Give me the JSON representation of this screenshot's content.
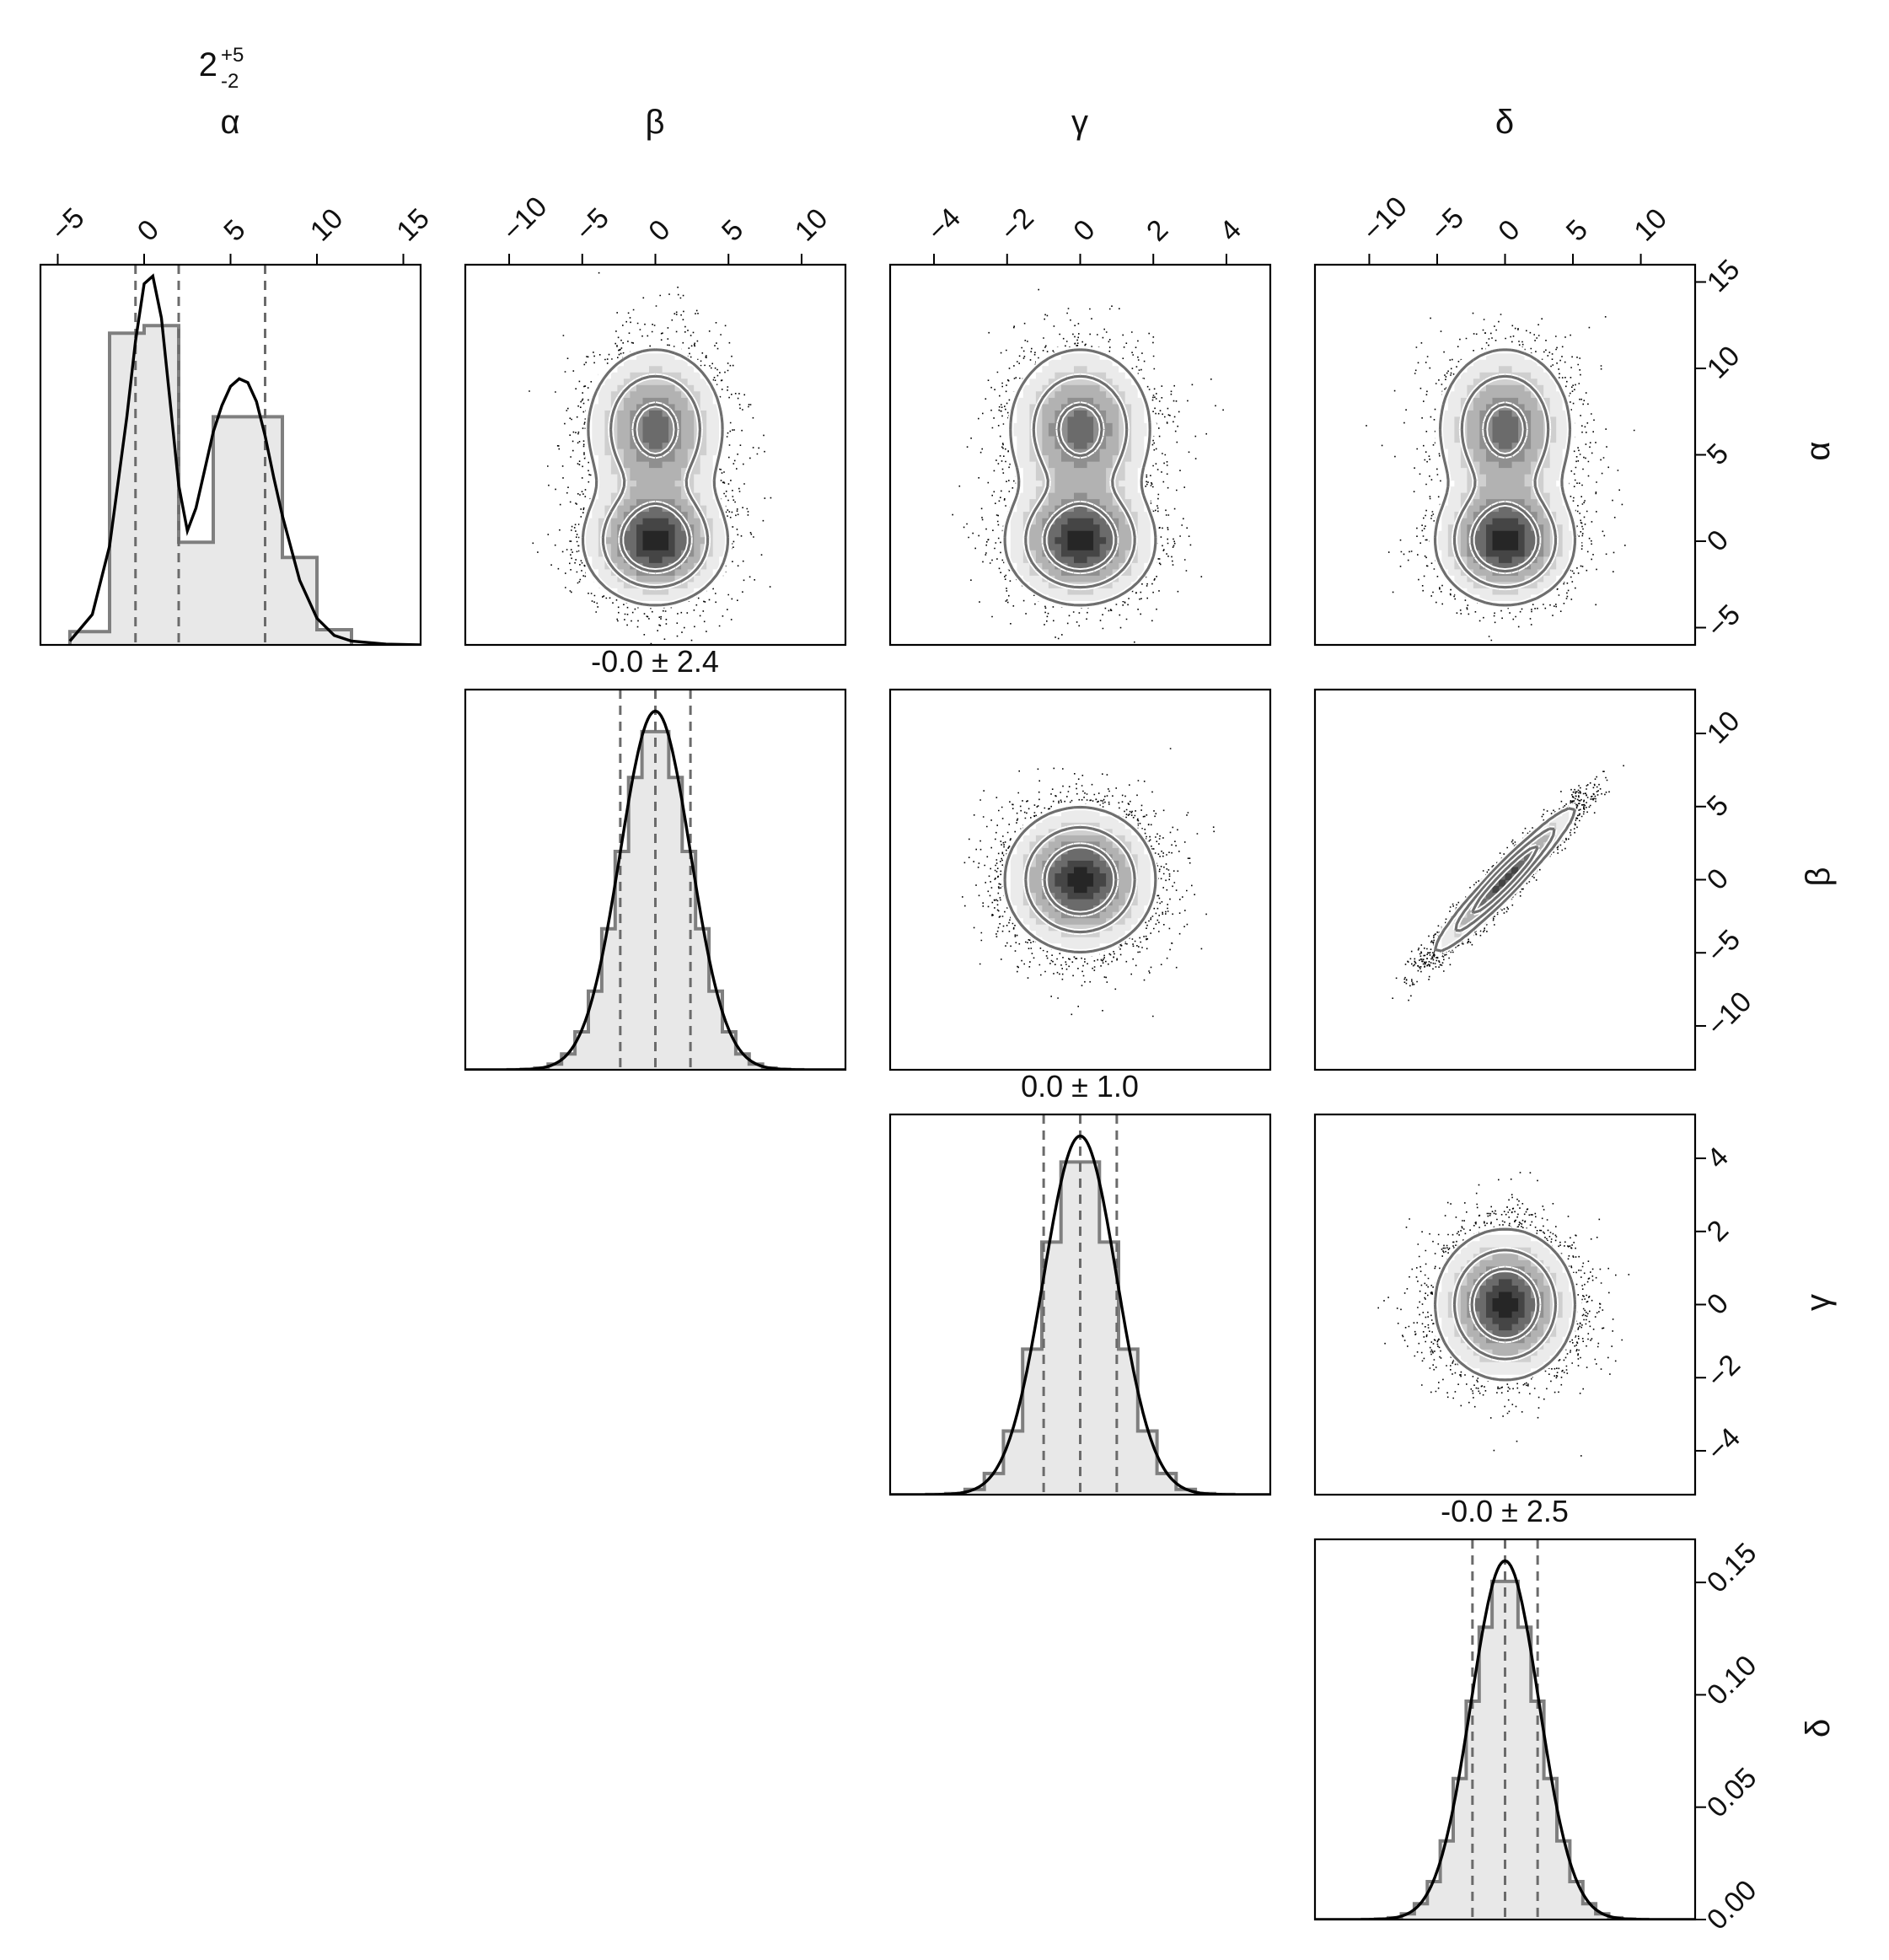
{
  "chart_data": {
    "type": "corner",
    "parameters": [
      "α",
      "β",
      "γ",
      "δ"
    ],
    "column_headers": [
      "α",
      "β",
      "γ",
      "δ"
    ],
    "row_labels": [
      "α",
      "β",
      "γ",
      "δ"
    ],
    "column_tick_labels": {
      "α": [
        "−5",
        "0",
        "5",
        "10",
        "15"
      ],
      "β": [
        "−10",
        "−5",
        "0",
        "5",
        "10"
      ],
      "γ": [
        "−4",
        "−2",
        "0",
        "2",
        "4"
      ],
      "δ": [
        "−10",
        "−5",
        "0",
        "5",
        "10"
      ]
    },
    "row_tick_labels": {
      "α": [
        "15",
        "10",
        "5",
        "0",
        "−5"
      ],
      "β": [
        "10",
        "5",
        "0",
        "−5",
        "−10"
      ],
      "γ": [
        "4",
        "2",
        "0",
        "−2",
        "−4"
      ],
      "δ": [
        "0.15",
        "0.10",
        "0.05",
        "0.00"
      ]
    },
    "ranges": {
      "α": [
        -6,
        16
      ],
      "β": [
        -13,
        13
      ],
      "γ": [
        -5.2,
        5.2
      ],
      "δ": [
        -14,
        14
      ]
    },
    "marginals": {
      "α": {
        "summary": {
          "base": "2",
          "sup": "+5",
          "sub": "-2"
        },
        "quantiles": [
          -0.5,
          2.0,
          7.0
        ],
        "hist_edges": [
          -4.3,
          -2.0,
          0.0,
          2.0,
          4.0,
          6.0,
          8.0,
          10.0,
          12.0
        ],
        "hist_counts": [
          0.035,
          0.82,
          0.84,
          0.27,
          0.6,
          0.6,
          0.23,
          0.04
        ],
        "kde": {
          "x": [
            -4.3,
            -3.0,
            -2.0,
            -1.0,
            -0.5,
            0.0,
            0.5,
            1.0,
            1.5,
            2.0,
            2.5,
            3.0,
            3.5,
            4.0,
            4.5,
            5.0,
            5.5,
            6.0,
            6.5,
            7.0,
            7.5,
            8.0,
            9.0,
            10.0,
            11.0,
            12.0,
            14.0,
            16.0
          ],
          "y": [
            0.01,
            0.08,
            0.26,
            0.6,
            0.8,
            0.95,
            0.97,
            0.86,
            0.64,
            0.42,
            0.3,
            0.36,
            0.46,
            0.56,
            0.63,
            0.68,
            0.7,
            0.69,
            0.64,
            0.55,
            0.44,
            0.34,
            0.17,
            0.07,
            0.025,
            0.01,
            0.002,
            0.0
          ]
        }
      },
      "β": {
        "summary": "-0.0 ± 2.4",
        "mean": 0.0,
        "sd": 2.4,
        "quantiles": [
          -2.4,
          0.0,
          2.4
        ],
        "bins": 22
      },
      "γ": {
        "summary": "0.0 ± 1.0",
        "mean": 0.0,
        "sd": 1.0,
        "quantiles": [
          -1.0,
          0.0,
          1.0
        ],
        "bins": 16
      },
      "δ": {
        "summary": "-0.0 ± 2.5",
        "mean": 0.0,
        "sd": 2.5,
        "quantiles": [
          -2.4,
          0.0,
          2.4
        ],
        "bins": 22
      }
    },
    "joint": {
      "α": {
        "model": "bimodal",
        "modes": [
          {
            "center": 0.0,
            "sd": 1.8,
            "weight": 0.5
          },
          {
            "center": 6.5,
            "sd": 2.4,
            "weight": 0.5
          }
        ]
      },
      "β_δ_correlation": 0.96,
      "scatter": "points",
      "contours": "filled hexbin levels with contour lines"
    },
    "quantile_lines": "dashed",
    "grid": false
  }
}
